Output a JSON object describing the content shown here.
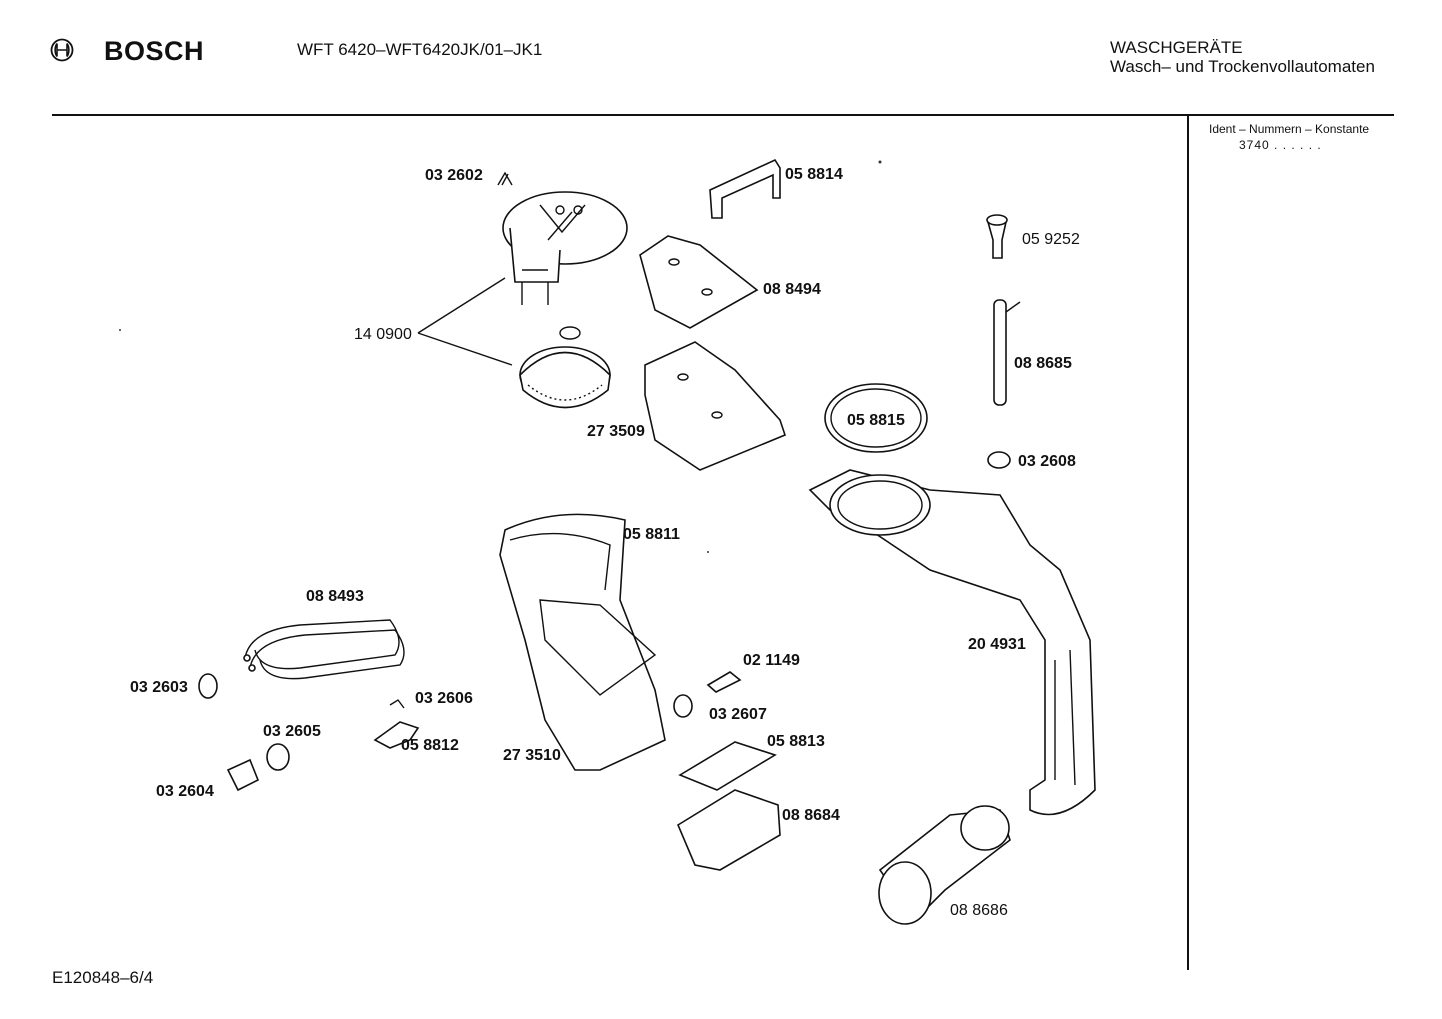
{
  "header": {
    "brand": "BOSCH",
    "model": "WFT 6420–WFT6420JK/01–JK1",
    "category_title": "WASCHGERÄTE",
    "category_subtitle": "Wasch– und Trockenvollautomaten"
  },
  "sidebar": {
    "ident_label": "Ident – Nummern – Konstante",
    "ident_value": "3740  .  .   .  .  .  ."
  },
  "footer": {
    "doc_id": "E120848–6/4"
  },
  "icons": {
    "logo": "bosch-armature-logo-icon"
  },
  "parts": [
    {
      "id": "p032602",
      "label": "03 2602",
      "bold": true
    },
    {
      "id": "p058814",
      "label": "05 8814",
      "bold": true
    },
    {
      "id": "p059252",
      "label": "05 9252",
      "bold": false
    },
    {
      "id": "p088494",
      "label": "08 8494",
      "bold": true
    },
    {
      "id": "p140900",
      "label": "14 0900",
      "bold": false
    },
    {
      "id": "p088685",
      "label": "08 8685",
      "bold": true
    },
    {
      "id": "p058815",
      "label": "05 8815",
      "bold": true
    },
    {
      "id": "p273509",
      "label": "27 3509",
      "bold": true
    },
    {
      "id": "p032608",
      "label": "03 2608",
      "bold": true
    },
    {
      "id": "p058811",
      "label": "05 8811",
      "bold": true
    },
    {
      "id": "p088493",
      "label": "08 8493",
      "bold": true
    },
    {
      "id": "p204931",
      "label": "20 4931",
      "bold": true
    },
    {
      "id": "p021149",
      "label": "02 1149",
      "bold": true
    },
    {
      "id": "p032603",
      "label": "03 2603",
      "bold": true
    },
    {
      "id": "p032606",
      "label": "03 2606",
      "bold": true
    },
    {
      "id": "p032607",
      "label": "03 2607",
      "bold": true
    },
    {
      "id": "p032605",
      "label": "03 2605",
      "bold": true
    },
    {
      "id": "p058812",
      "label": "05 8812",
      "bold": true
    },
    {
      "id": "p058813",
      "label": "05 8813",
      "bold": true
    },
    {
      "id": "p273510",
      "label": "27 3510",
      "bold": true
    },
    {
      "id": "p032604",
      "label": "03 2604",
      "bold": true
    },
    {
      "id": "p088684",
      "label": "08 8684",
      "bold": true
    },
    {
      "id": "p088686",
      "label": "08 8686",
      "bold": false
    }
  ]
}
